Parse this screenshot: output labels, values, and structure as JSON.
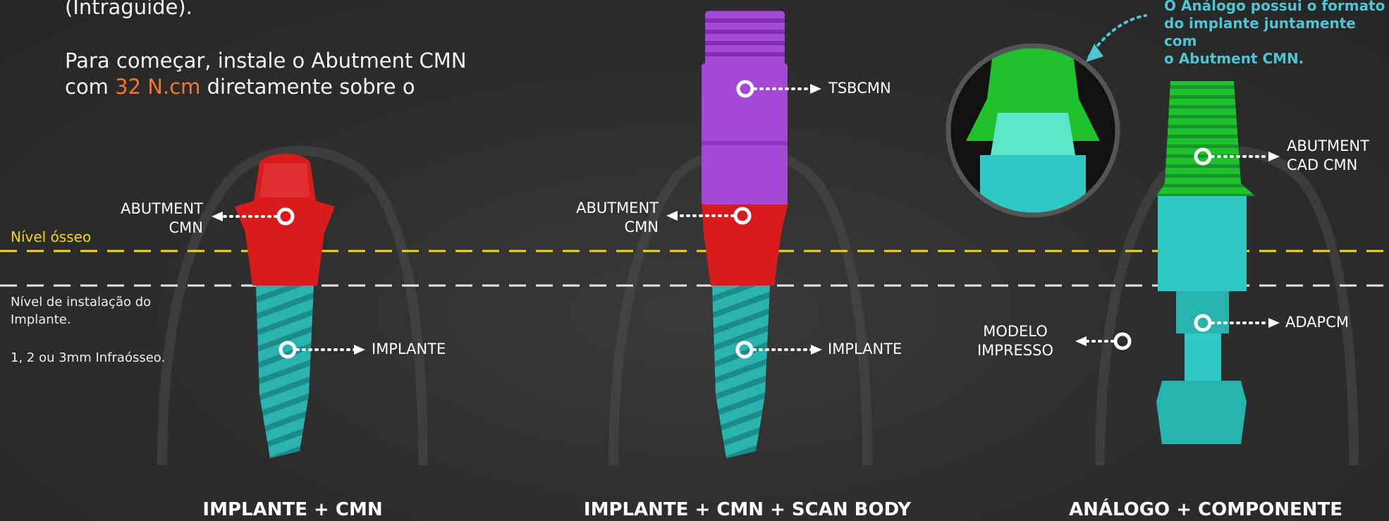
{
  "intro": {
    "line0": "(Intraguide).",
    "line1": "Para começar, instale o Abutment CMN",
    "line2_prefix": "com ",
    "line2_torque": "32 N.cm",
    "line2_suffix": " diretamente sobre o"
  },
  "levels": {
    "bone": "Nível ósseo",
    "install_1": "Nível de instalação do",
    "install_2": "Implante.",
    "depth": "1, 2 ou 3mm Infraósseo."
  },
  "panel1": {
    "title": "IMPLANTE + CMN",
    "abutment_1": "ABUTMENT",
    "abutment_2": "CMN",
    "implant": "IMPLANTE"
  },
  "panel2": {
    "title": "IMPLANTE + CMN + SCAN BODY",
    "scanbody": "TSBCMN",
    "abutment_1": "ABUTMENT",
    "abutment_2": "CMN",
    "implant": "IMPLANTE"
  },
  "panel3": {
    "title": "ANÁLOGO + COMPONENTE",
    "note_1": "O Análogo possui o formato",
    "note_2": "do implante juntamente com",
    "note_3": "o Abutment CMN.",
    "abutment_1": "ABUTMENT",
    "abutment_2": "CAD CMN",
    "adapter": "ADAPCM",
    "model_1": "MODELO",
    "model_2": "IMPRESSO"
  },
  "colors": {
    "implant": "#2bb3b0",
    "abutment": "#d81c1c",
    "scanbody": "#a24ad6",
    "cad": "#1fc22c",
    "analog": "#2ec9c4",
    "bone_line": "#f5d800"
  }
}
